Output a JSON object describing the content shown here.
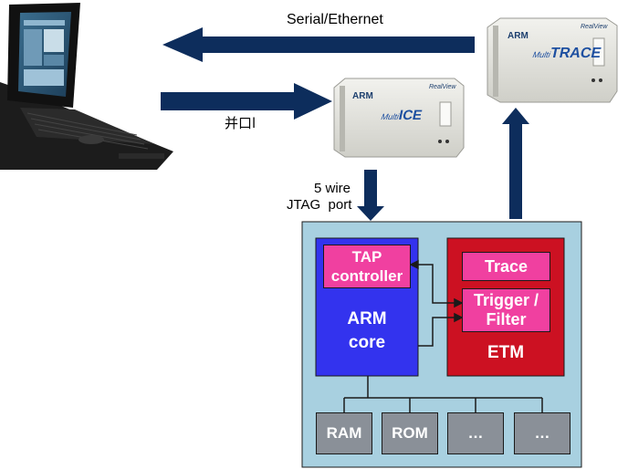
{
  "labels": {
    "serial_ethernet": "Serial/Ethernet",
    "parallel_port": "并口l",
    "jtag_line1": "5 wire",
    "jtag_line2": "JTAG  port"
  },
  "multi_trace": {
    "brand": "ARM",
    "name_prefix": "Multi",
    "name": "TRACE",
    "maker": "RealView"
  },
  "multi_ice": {
    "brand": "ARM",
    "name_prefix": "Multi",
    "name": "ICE",
    "maker": "RealView"
  },
  "chip": {
    "arm_core_line1": "ARM",
    "arm_core_line2": "core",
    "tap_line1": "TAP",
    "tap_line2": "controller",
    "trace": "Trace",
    "trigger_line1": "Trigger /",
    "trigger_line2": "Filter",
    "etm": "ETM",
    "memories": [
      "RAM",
      "ROM",
      "…",
      "…"
    ]
  },
  "colors": {
    "arrow": "#0d2d5c",
    "chip_bg": "#a8d0e0",
    "arm_core": "#3333ee",
    "etm": "#cc1122",
    "pink": "#f040a0",
    "memory": "#8a9098"
  }
}
